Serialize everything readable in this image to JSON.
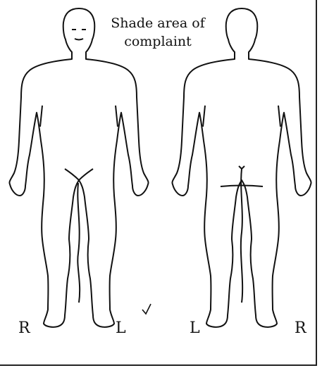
{
  "instruction": {
    "line1": "Shade area of",
    "line2": "complaint"
  },
  "front_view": {
    "left_side_label": "R",
    "right_side_label": "L"
  },
  "back_view": {
    "left_side_label": "L",
    "right_side_label": "R"
  }
}
